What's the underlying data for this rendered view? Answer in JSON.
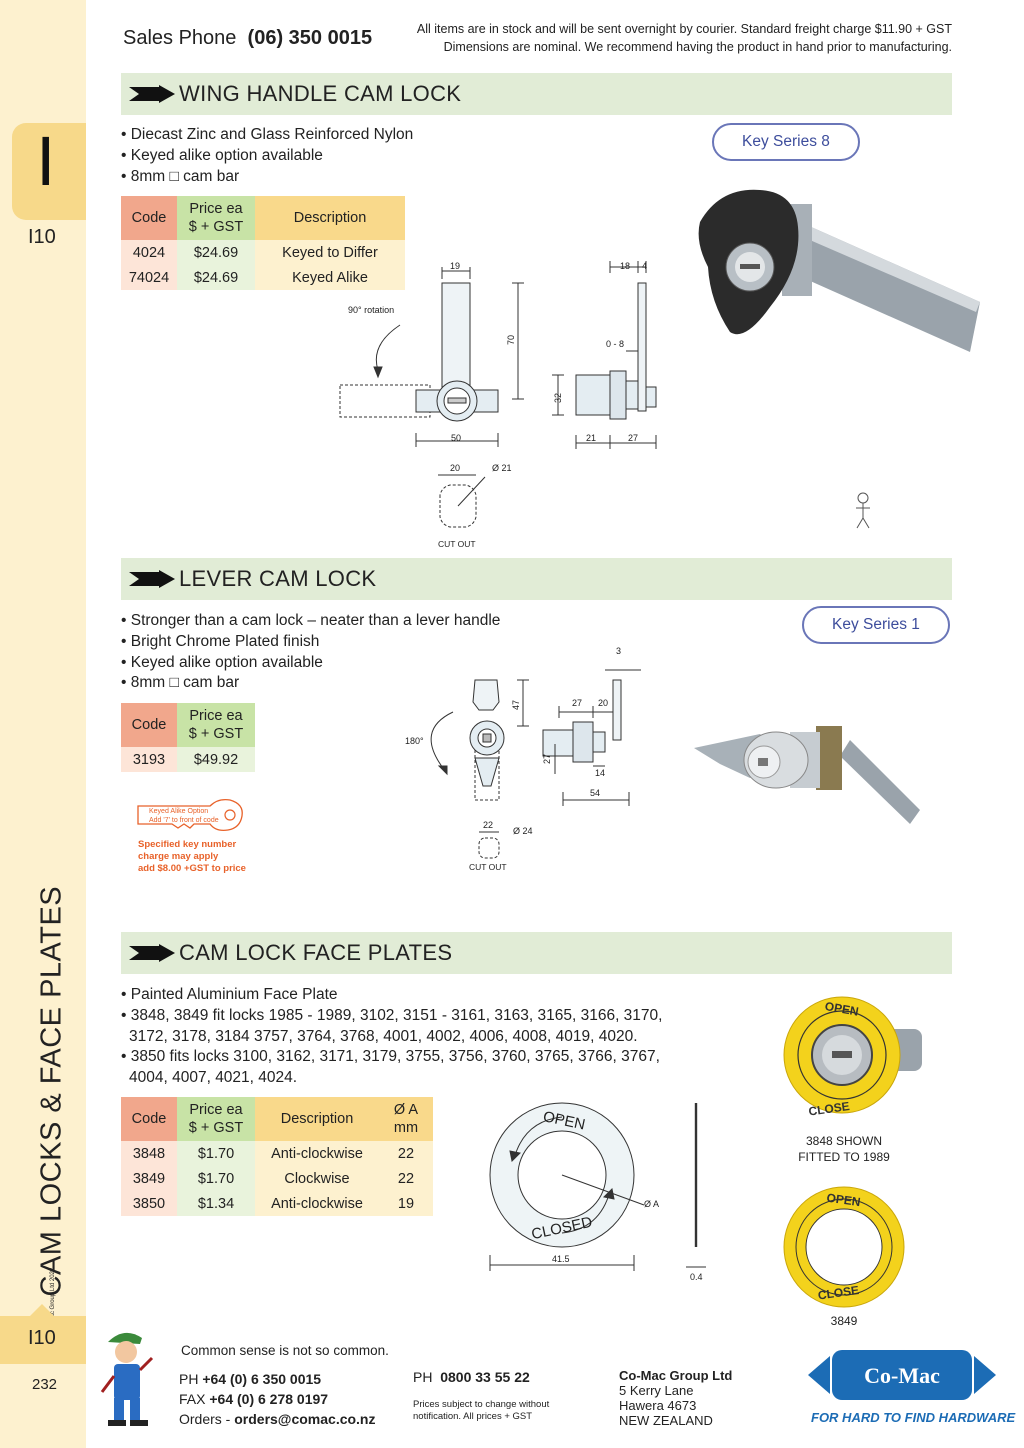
{
  "header": {
    "sales_label": "Sales Phone",
    "sales_number": "(06) 350 0015",
    "notice_line1": "All items are in stock and will be sent overnight by courier. Standard freight charge $11.90 + GST",
    "notice_line2": "Dimensions are nominal. We recommend having the product in hand prior to manufacturing."
  },
  "sidebar": {
    "letter": "I",
    "section_top": "I10",
    "title": "CAM LOCKS & FACE PLATES",
    "copyright": "© Co-Mac Group Ltd 2022",
    "section_bottom": "I10",
    "page_number": "232"
  },
  "wing": {
    "title": "WING HANDLE CAM LOCK",
    "bullets": [
      "• Diecast Zinc and Glass Reinforced Nylon",
      "• Keyed alike option available",
      "• 8mm □ cam bar"
    ],
    "key_series": "Key Series 8",
    "table": {
      "headers": [
        "Code",
        "Price ea",
        "$ + GST",
        "Description"
      ],
      "rows": [
        [
          "4024",
          "$24.69",
          "Keyed to Differ"
        ],
        [
          "74024",
          "$24.69",
          "Keyed Alike"
        ]
      ]
    },
    "drawing": {
      "rotation": "90° rotation",
      "d19": "19",
      "d70": "70",
      "d50": "50",
      "d20": "20",
      "d21": "Ø 21",
      "cutout": "CUT OUT",
      "d18": "18",
      "d4": "4",
      "d08": "0 - 8",
      "d32": "32",
      "d21b": "21",
      "d27": "27"
    }
  },
  "lever": {
    "title": "LEVER CAM LOCK",
    "bullets": [
      "• Stronger than a cam lock – neater than a lever handle",
      "• Bright Chrome Plated finish",
      "• Keyed alike option available",
      "• 8mm □ cam bar"
    ],
    "key_series": "Key Series 1",
    "table": {
      "headers": [
        "Code",
        "Price ea",
        "$ + GST"
      ],
      "rows": [
        [
          "3193",
          "$49.92"
        ]
      ]
    },
    "keyed_note": [
      "Keyed Alike Option",
      "Add '7' to front of code"
    ],
    "specified_note": [
      "Specified key number",
      "charge may apply",
      "add $8.00 +GST to price"
    ],
    "drawing": {
      "d180": "180°",
      "d47": "47",
      "d27": "27",
      "d3": "3",
      "d27b": "27",
      "d20": "20",
      "d14": "14",
      "d54": "54",
      "d22": "22",
      "d24": "Ø 24",
      "cutout": "CUT OUT"
    }
  },
  "plates": {
    "title": "CAM LOCK FACE PLATES",
    "bullets": [
      "• Painted Aluminium Face Plate",
      "• 3848, 3849 fit locks 1985 - 1989, 3102, 3151 - 3161, 3163, 3165, 3166, 3170,",
      "  3172, 3178, 3184 3757, 3764, 3768, 4001, 4002, 4006, 4008, 4019, 4020.",
      "• 3850 fits locks 3100, 3162, 3171, 3179, 3755, 3756, 3760, 3765, 3766, 3767,",
      "  4004, 4007, 4021, 4024."
    ],
    "table": {
      "headers": [
        "Code",
        "Price ea",
        "$ + GST",
        "Description",
        "Ø A",
        "mm"
      ],
      "rows": [
        [
          "3848",
          "$1.70",
          "Anti-clockwise",
          "22"
        ],
        [
          "3849",
          "$1.70",
          "Clockwise",
          "22"
        ],
        [
          "3850",
          "$1.34",
          "Anti-clockwise",
          "19"
        ]
      ]
    },
    "drawing": {
      "open": "OPEN",
      "closed": "CLOSED",
      "dA": "Ø A",
      "d415": "41.5",
      "d04": "0.4"
    },
    "photo1": {
      "open": "OPEN",
      "close": "CLOSE",
      "caption1": "3848 SHOWN",
      "caption2": "FITTED TO 1989"
    },
    "photo2": {
      "open": "OPEN",
      "close": "CLOSE",
      "caption": "3849"
    }
  },
  "footer": {
    "tagline": "Common sense is not so common.",
    "ph_label": "PH",
    "ph": "+64 (0) 6 350 0015",
    "fax_label": "FAX",
    "fax": "+64 (0) 6 278 0197",
    "orders_label": "Orders -",
    "orders": "orders@comac.co.nz",
    "ph2_label": "PH",
    "ph2": "0800 33 55 22",
    "prices_note1": "Prices subject to change without",
    "prices_note2": "notification. All prices + GST",
    "company": "Co-Mac Group Ltd",
    "address": [
      "5 Kerry Lane",
      "Hawera 4673",
      "NEW ZEALAND"
    ],
    "logo": "Co-Mac",
    "slogan": "FOR HARD TO FIND HARDWARE"
  },
  "colors": {
    "bar": "#e1ecd6",
    "code": "#f1a78c",
    "price": "#c8e3a6",
    "desc": "#f9d98b",
    "sidebar": "#fdf1cf",
    "brand": "#1c6cb5",
    "accent": "#e8622a"
  }
}
